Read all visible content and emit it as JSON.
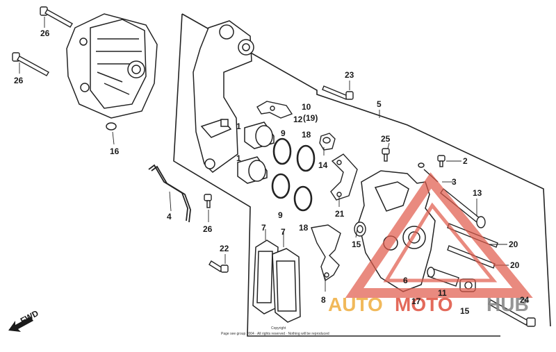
{
  "diagram": {
    "callouts": [
      {
        "id": "c26a",
        "text": "26"
      },
      {
        "id": "c26b",
        "text": "26"
      },
      {
        "id": "c16",
        "text": "16"
      },
      {
        "id": "c4",
        "text": "4"
      },
      {
        "id": "c26c",
        "text": "26"
      },
      {
        "id": "c22",
        "text": "22"
      },
      {
        "id": "c23",
        "text": "23"
      },
      {
        "id": "c5",
        "text": "5"
      },
      {
        "id": "c10",
        "text": "10"
      },
      {
        "id": "c12",
        "text": "12"
      },
      {
        "id": "c19",
        "text": "(19)"
      },
      {
        "id": "c1a",
        "text": "1"
      },
      {
        "id": "c1b",
        "text": "1"
      },
      {
        "id": "c9a",
        "text": "9"
      },
      {
        "id": "c18a",
        "text": "18"
      },
      {
        "id": "c9b",
        "text": "9"
      },
      {
        "id": "c18b",
        "text": "18"
      },
      {
        "id": "c14",
        "text": "14"
      },
      {
        "id": "c25",
        "text": "25"
      },
      {
        "id": "c2",
        "text": "2"
      },
      {
        "id": "c3",
        "text": "3"
      },
      {
        "id": "c21",
        "text": "21"
      },
      {
        "id": "c13",
        "text": "13"
      },
      {
        "id": "c20a",
        "text": "20"
      },
      {
        "id": "c20b",
        "text": "20"
      },
      {
        "id": "c15a",
        "text": "15"
      },
      {
        "id": "c15b",
        "text": "15"
      },
      {
        "id": "c6",
        "text": "6"
      },
      {
        "id": "c17",
        "text": "17"
      },
      {
        "id": "c11",
        "text": "11"
      },
      {
        "id": "c24",
        "text": "24"
      },
      {
        "id": "c7a",
        "text": "7"
      },
      {
        "id": "c7b",
        "text": "7"
      },
      {
        "id": "c8",
        "text": "8"
      }
    ],
    "fwd_label": "FWD",
    "copyright": "Copyright",
    "footer_note": "Page see group 2004 · All rights reserved · Nothing will be reproduced",
    "watermark": {
      "part1": "AUTO",
      "part2": "MOTO",
      "part3": "HUB",
      "color_red": "#e05a4a",
      "color_orange": "#f0b24a",
      "color_gray": "#8a8a8a"
    }
  }
}
